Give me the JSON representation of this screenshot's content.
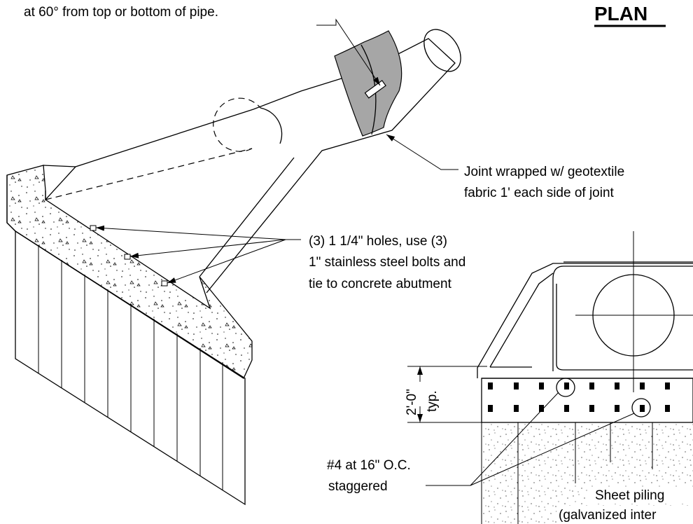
{
  "title": "PLAN",
  "notes": {
    "top_note": "at 60° from top or bottom of pipe.",
    "joint_line1": "Joint wrapped w/ geotextile",
    "joint_line2": "fabric 1' each side of joint",
    "holes_line1": "(3) 1 1/4\" holes, use (3)",
    "holes_line2": "1\" stainless steel bolts and",
    "holes_line3": "tie to concrete abutment",
    "dim_value": "2'-0\"",
    "dim_typ": "typ.",
    "rebar_line1": "#4 at 16\" O.C.",
    "rebar_line2": "staggered",
    "piling_line1": "Sheet piling",
    "piling_line2": "(galvanized inter"
  },
  "colors": {
    "ink": "#000000",
    "geotextile": "#a6a6a6",
    "background": "#ffffff"
  }
}
